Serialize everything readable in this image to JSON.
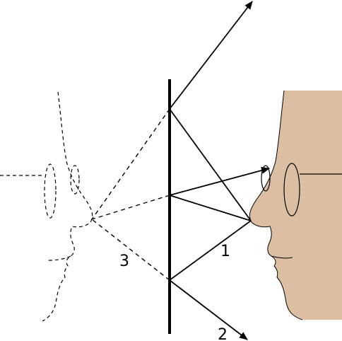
{
  "labels": {
    "ray_1": "1",
    "ray_2": "2",
    "ray_3": "3"
  },
  "colors": {
    "skin": "#dcbfa3",
    "line": "#000000",
    "background": "#ffffff"
  }
}
